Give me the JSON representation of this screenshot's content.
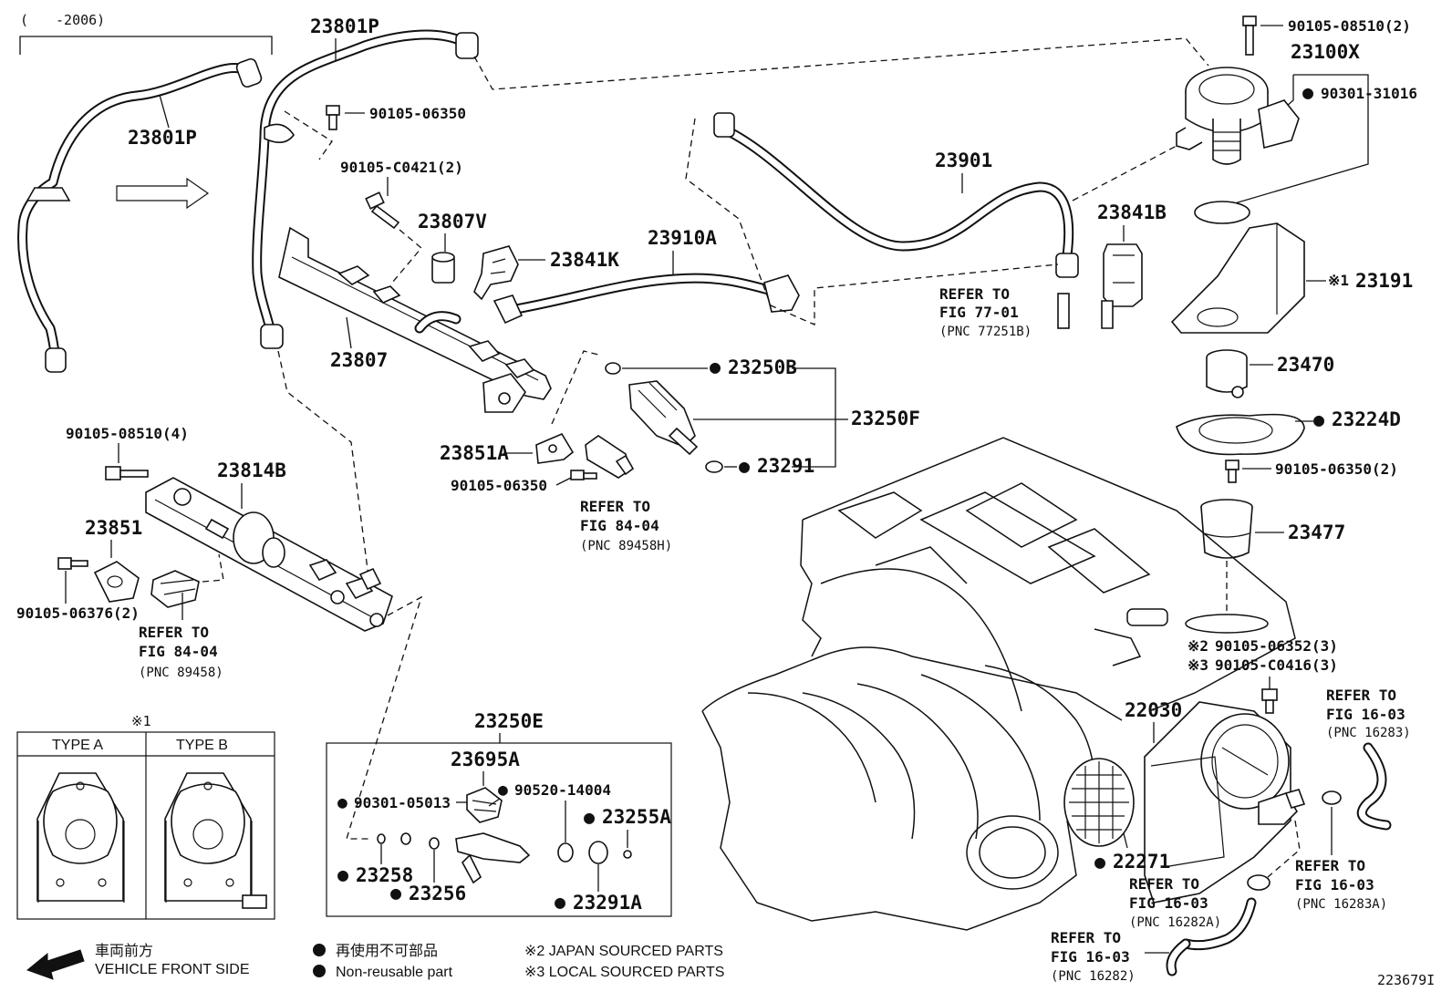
{
  "header": {
    "model_range": "(　　-2006)"
  },
  "parts": {
    "p23801P_top": "23801P",
    "p23801P_left": "23801P",
    "p90105_06350_a": "90105-06350",
    "p90105_C0421": "90105-C0421(2)",
    "p23807V": "23807V",
    "p23841K": "23841K",
    "p23910A": "23910A",
    "p23901": "23901",
    "p23841B": "23841B",
    "p90105_08510_2": "90105-08510(2)",
    "p23100X": "23100X",
    "p90301_31016": "90301-31016",
    "p23191": "23191",
    "p23191_mark": "※1",
    "p23470": "23470",
    "p23224D": "23224D",
    "p90105_06350_2": "90105-06350(2)",
    "p23477": "23477",
    "p23807": "23807",
    "p23250B": "23250B",
    "p23250F": "23250F",
    "p23291": "23291",
    "p23851A": "23851A",
    "p90105_06350_b": "90105-06350",
    "p90105_08510_4": "90105-08510(4)",
    "p23814B": "23814B",
    "p23851": "23851",
    "p90105_06376": "90105-06376(2)",
    "p90105_06352": "90105-06352(3)",
    "p90105_06352_mark": "※2",
    "p90105_C0416": "90105-C0416(3)",
    "p90105_C0416_mark": "※3",
    "p22030": "22030",
    "p22271": "22271",
    "p23250E": "23250E",
    "p23695A": "23695A",
    "p90301_05013": "90301-05013",
    "p90520_14004": "90520-14004",
    "p23255A": "23255A",
    "p23258": "23258",
    "p23256": "23256",
    "p23291A": "23291A"
  },
  "refs": {
    "r77_1": "REFER TO",
    "r77_2": "FIG 77-01",
    "r77_3": "(PNC 77251B)",
    "r84a_1": "REFER TO",
    "r84a_2": "FIG 84-04",
    "r84a_3": "(PNC 89458H)",
    "r84b_1": "REFER TO",
    "r84b_2": "FIG 84-04",
    "r84b_3": "(PNC 89458)",
    "r16a_1": "REFER TO",
    "r16a_2": "FIG 16-03",
    "r16a_3": "(PNC 16283)",
    "r16b_1": "REFER TO",
    "r16b_2": "FIG 16-03",
    "r16b_3": "(PNC 16283A)",
    "r16c_1": "REFER TO",
    "r16c_2": "FIG 16-03",
    "r16c_3": "(PNC 16282A)",
    "r16d_1": "REFER TO",
    "r16d_2": "FIG 16-03",
    "r16d_3": "(PNC 16282)"
  },
  "types": {
    "mark": "※1",
    "type_a": "TYPE A",
    "type_b": "TYPE B"
  },
  "legend": {
    "front_jp": "車両前方",
    "front_en": "VEHICLE FRONT SIDE",
    "nonreuse_jp": "再使用不可部品",
    "nonreuse_en": "Non-reusable part",
    "japan": "※2 JAPAN SOURCED PARTS",
    "local": "※3 LOCAL SOURCED PARTS"
  },
  "footer": {
    "figure_id": "223679I"
  }
}
